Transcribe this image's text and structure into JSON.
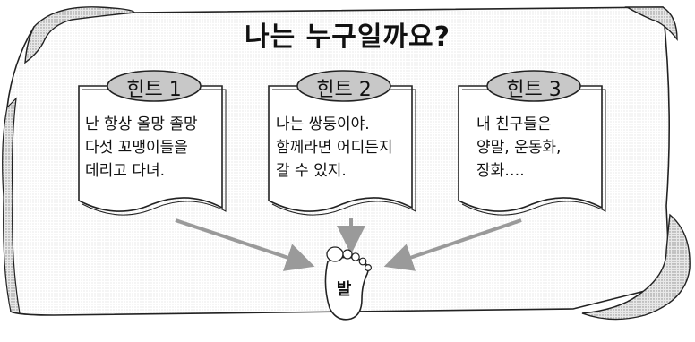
{
  "title": "나는 누구일까요?",
  "hints": [
    {
      "label": "힌트 1",
      "lines": [
        "난 항상 올망 졸망",
        "다섯 꼬맹이들을",
        "데리고 다녀."
      ]
    },
    {
      "label": "힌트 2",
      "lines": [
        "나는 쌍둥이야.",
        "함께라면 어디든지",
        "갈 수 있지."
      ]
    },
    {
      "label": "힌트 3",
      "lines": [
        "내 친구들은",
        "양말, 운동화,",
        "장화…."
      ]
    }
  ],
  "answer_label": "발",
  "colors": {
    "pill_fill": "#c8c8c8",
    "arrow": "#9a9a9a",
    "outline": "#222222"
  },
  "icons": {
    "foot": "footprint-icon",
    "arrow": "arrow-icon"
  }
}
